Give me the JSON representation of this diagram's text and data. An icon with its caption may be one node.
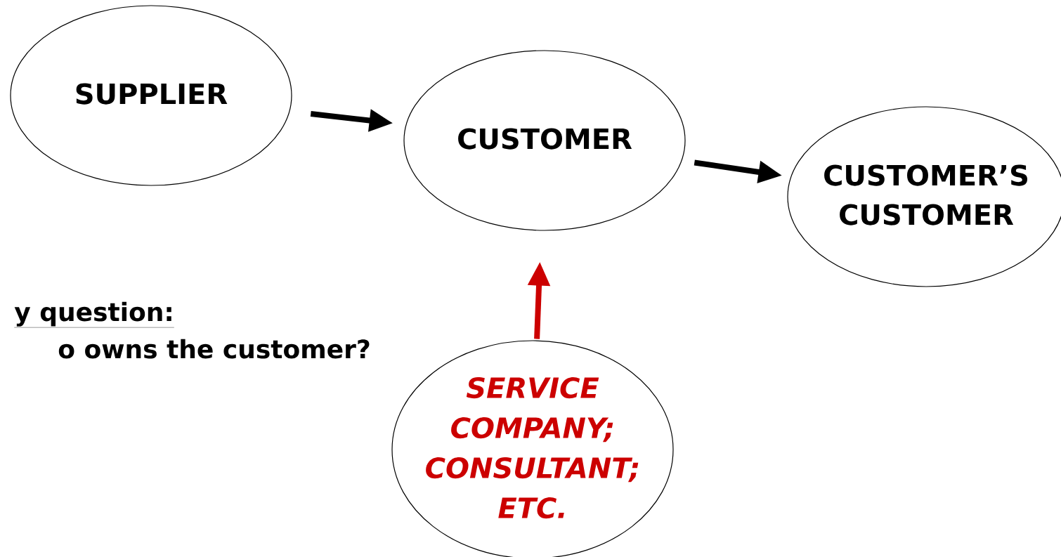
{
  "diagram": {
    "nodes": [
      {
        "text": [
          "SUPPLIER"
        ]
      },
      {
        "text": [
          "CUSTOMER"
        ]
      },
      {
        "text": [
          "CUSTOMER’S CUSTOMER"
        ]
      },
      {
        "text": [
          "SERVICE COMPANY; CONSULTANT; ETC."
        ]
      }
    ],
    "edges": [
      {
        "from": 0,
        "to": 1,
        "arrow": "to"
      },
      {
        "from": 1,
        "to": 2,
        "arrow": "to"
      },
      {
        "from": 3,
        "to": 1,
        "arrow": "to",
        "color": "#cc0000"
      }
    ],
    "labels": [
      "y question:",
      "o owns the customer?"
    ]
  }
}
